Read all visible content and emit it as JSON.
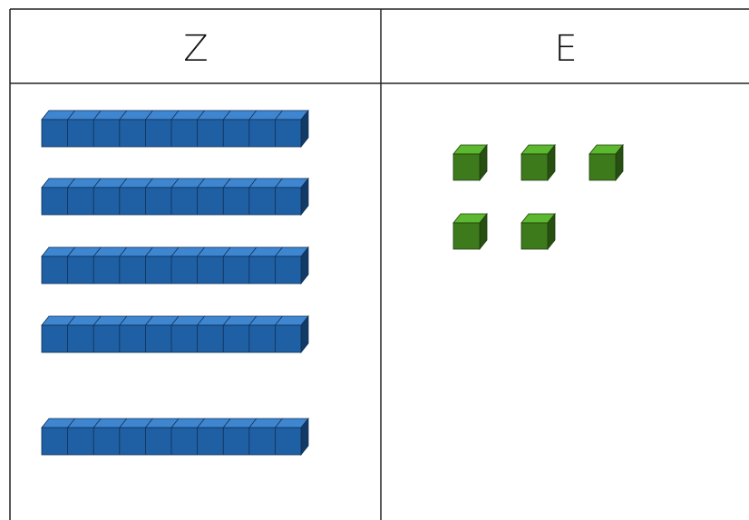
{
  "table": {
    "columns": [
      {
        "header": "Z",
        "meaning": "tens",
        "rod_count": 5,
        "units_per_rod": 10
      },
      {
        "header": "E",
        "meaning": "ones",
        "cube_count": 5
      }
    ]
  },
  "colors": {
    "grid_line": "#222222",
    "rod_front": "#1f5fa3",
    "rod_top": "#3f86d0",
    "rod_side": "#123a66",
    "rod_edge": "#0f2f55",
    "cube_front": "#3d7a1c",
    "cube_top": "#5cb82e",
    "cube_side": "#274f12",
    "cube_edge": "#1f3d0e"
  }
}
